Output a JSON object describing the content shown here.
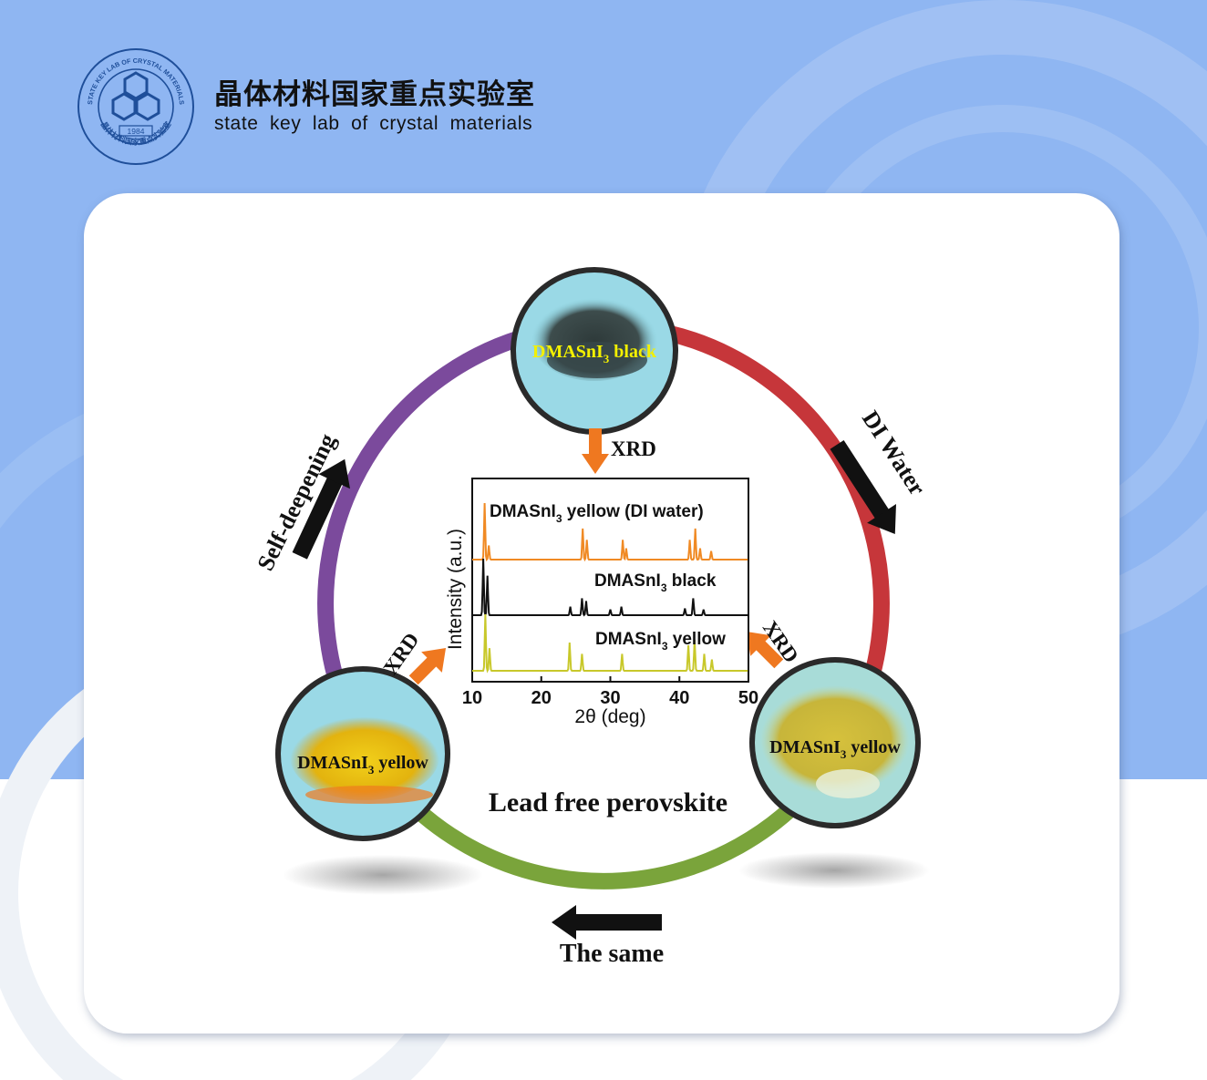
{
  "header": {
    "logo": {
      "ring_text": "STATE KEY LAB OF CRYSTAL MATERIALS",
      "year": "1984",
      "ring_text_cn": "晶体材料国家重点实验室"
    },
    "title_cn": "晶体材料国家重点实验室",
    "title_en": "state key lab of crystal materials"
  },
  "diagram": {
    "center_caption": "Lead free perovskite",
    "nodes": {
      "top": {
        "label_main": "DMASnI",
        "label_sub": "3",
        "label_suffix": " black"
      },
      "left": {
        "label_main": "DMASnI",
        "label_sub": "3",
        "label_suffix": " yellow"
      },
      "right": {
        "label_main": "DMASnI",
        "label_sub": "3",
        "label_suffix": " yellow"
      }
    },
    "arrows": {
      "top_right": "DI Water",
      "top_left": "Self-deepening",
      "bottom": "The same",
      "xrd_top": "XRD",
      "xrd_left": "XRD",
      "xrd_right": "XRD"
    },
    "colors": {
      "ring_purple": "#7b4a9c",
      "ring_red": "#c6363a",
      "ring_green": "#7aa43b"
    }
  },
  "chart_data": {
    "type": "line",
    "xlabel": "2θ (deg)",
    "ylabel": "Intensity (a.u.)",
    "xlim": [
      10,
      50
    ],
    "xticks": [
      10,
      20,
      30,
      40,
      50
    ],
    "series": [
      {
        "name": "DMASnI",
        "name_sub": "3",
        "name_suffix": " yellow (DI water)",
        "color": "#f08a24",
        "offset": 2,
        "peaks": [
          [
            11.8,
            1.0
          ],
          [
            12.4,
            0.25
          ],
          [
            26.0,
            0.55
          ],
          [
            26.6,
            0.35
          ],
          [
            31.8,
            0.35
          ],
          [
            32.3,
            0.2
          ],
          [
            41.5,
            0.35
          ],
          [
            42.3,
            0.55
          ],
          [
            43.0,
            0.2
          ],
          [
            44.6,
            0.15
          ]
        ]
      },
      {
        "name": "DMASnI",
        "name_sub": "3",
        "name_suffix": " black",
        "color": "#111111",
        "offset": 1,
        "peaks": [
          [
            11.6,
            1.0
          ],
          [
            12.2,
            0.7
          ],
          [
            24.2,
            0.15
          ],
          [
            25.9,
            0.3
          ],
          [
            26.5,
            0.25
          ],
          [
            30.0,
            0.1
          ],
          [
            31.6,
            0.15
          ],
          [
            40.8,
            0.12
          ],
          [
            42.0,
            0.3
          ],
          [
            43.5,
            0.1
          ]
        ]
      },
      {
        "name": "DMASnI",
        "name_sub": "3",
        "name_suffix": " yellow",
        "color": "#c8c82a",
        "offset": 0,
        "peaks": [
          [
            11.9,
            1.0
          ],
          [
            12.5,
            0.4
          ],
          [
            24.1,
            0.5
          ],
          [
            25.9,
            0.3
          ],
          [
            31.7,
            0.3
          ],
          [
            41.3,
            0.45
          ],
          [
            42.2,
            0.55
          ],
          [
            43.6,
            0.3
          ],
          [
            44.7,
            0.2
          ]
        ]
      }
    ]
  }
}
